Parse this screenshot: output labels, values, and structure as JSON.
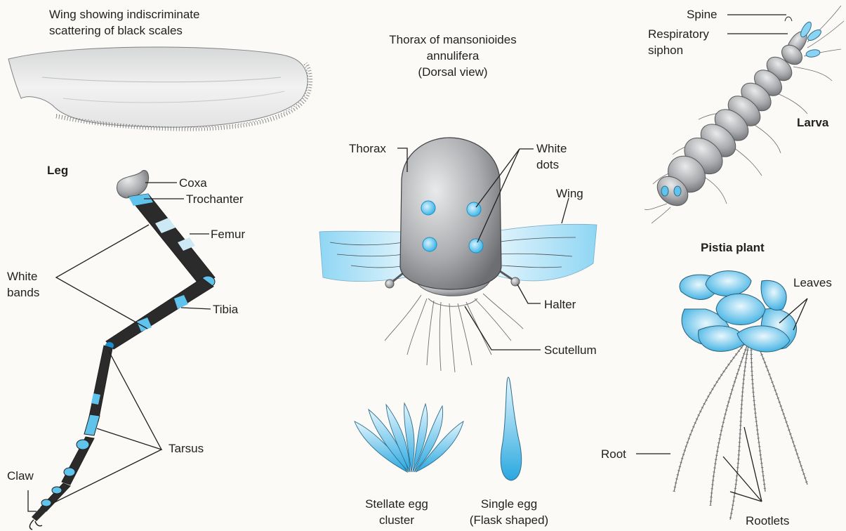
{
  "wing_section": {
    "caption_line1": "Wing showing indiscriminate",
    "caption_line2": "scattering of black scales"
  },
  "leg_section": {
    "title": "Leg",
    "coxa": "Coxa",
    "trochanter": "Trochanter",
    "femur": "Femur",
    "white_bands_line1": "White",
    "white_bands_line2": "bands",
    "tibia": "Tibia",
    "tarsus": "Tarsus",
    "claw": "Claw"
  },
  "thorax_section": {
    "title_line1": "Thorax of mansonioides",
    "title_line2": "annulifera",
    "title_line3": "(Dorsal view)",
    "thorax": "Thorax",
    "white_dots_line1": "White",
    "white_dots_line2": "dots",
    "wing": "Wing",
    "halter": "Halter",
    "scutellum": "Scutellum"
  },
  "egg_section": {
    "stellate_line1": "Stellate egg",
    "stellate_line2": "cluster",
    "single_line1": "Single egg",
    "single_line2": "(Flask shaped)"
  },
  "larva_section": {
    "title": "Larva",
    "spine": "Spine",
    "siphon_line1": "Respiratory",
    "siphon_line2": "siphon"
  },
  "pistia_section": {
    "title": "Pistia plant",
    "leaves": "Leaves",
    "root": "Root",
    "rootlets": "Rootlets"
  },
  "colors": {
    "ink": "#231f20",
    "accent_blue": "#5fc3ec",
    "grey_body": "#a7a9ac"
  }
}
